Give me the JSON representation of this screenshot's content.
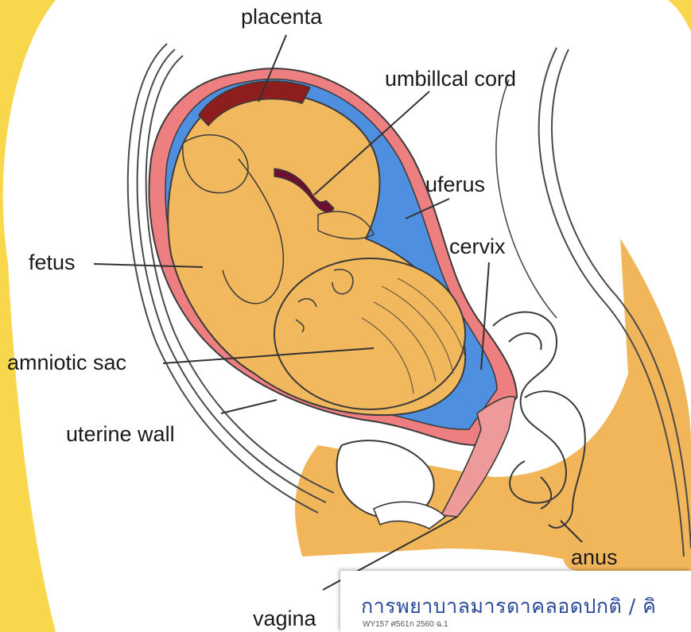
{
  "labels": {
    "placenta": "placenta",
    "umbilical_cord": "umbillcal cord",
    "uterus": "uferus",
    "cervix": "cervix",
    "fetus": "fetus",
    "amniotic_sac": "amniotic sac",
    "uterine_wall": "uterine wall",
    "vagina": "vagina",
    "anus": "anus"
  },
  "caption": {
    "title": "การพยาบาลมารดาคลอดปกติ / คิ",
    "code": "WY157 ศ561ก 2560 ฉ.1"
  },
  "colors": {
    "background_glow": "#f7d33a",
    "fetus_skin": "#f2b85e",
    "amniotic_fluid": "#4e8fe0",
    "uterine_wall": "#ee7f80",
    "placenta": "#8e1d1d",
    "umbilical_cord": "#6b1030",
    "outline": "#3a3a3a",
    "label_text": "#1a1a1a",
    "caption_text": "#2b4a9a"
  }
}
